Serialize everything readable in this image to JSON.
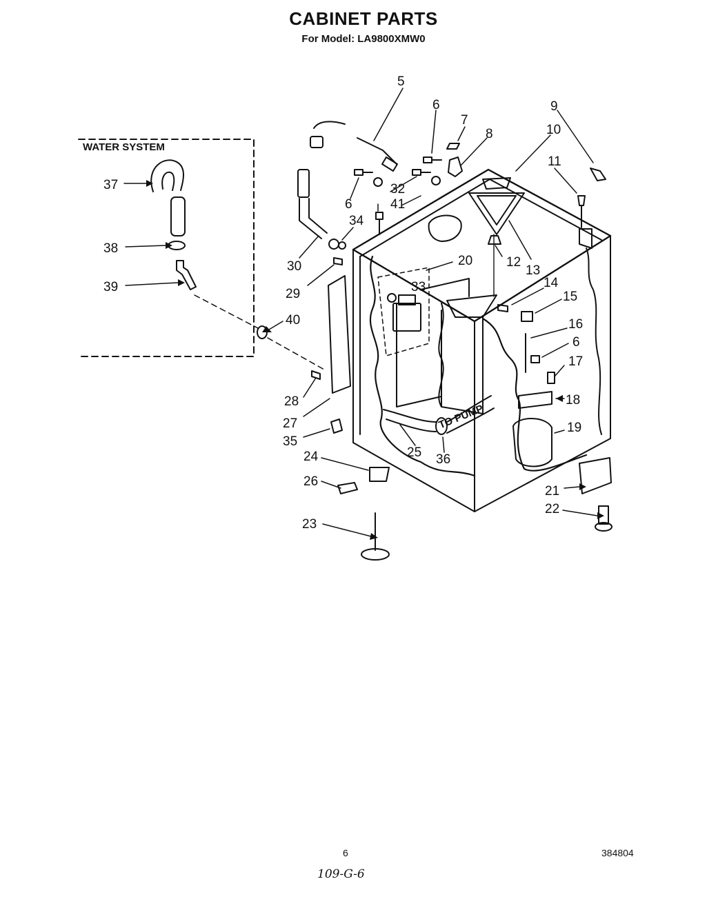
{
  "header": {
    "title": "CABINET PARTS",
    "model_line": "For Model: LA9800XMW0"
  },
  "inset": {
    "label": "WATER SYSTEM"
  },
  "callouts": [
    {
      "id": "c5",
      "text": "5"
    },
    {
      "id": "c6a",
      "text": "6"
    },
    {
      "id": "c7",
      "text": "7"
    },
    {
      "id": "c8",
      "text": "8"
    },
    {
      "id": "c9",
      "text": "9"
    },
    {
      "id": "c10",
      "text": "10"
    },
    {
      "id": "c11",
      "text": "11"
    },
    {
      "id": "c6b",
      "text": "6"
    },
    {
      "id": "c32",
      "text": "32"
    },
    {
      "id": "c41",
      "text": "41"
    },
    {
      "id": "c34",
      "text": "34"
    },
    {
      "id": "c12",
      "text": "12"
    },
    {
      "id": "c13",
      "text": "13"
    },
    {
      "id": "c30",
      "text": "30"
    },
    {
      "id": "c20",
      "text": "20"
    },
    {
      "id": "c29",
      "text": "29"
    },
    {
      "id": "c33",
      "text": "33"
    },
    {
      "id": "c14",
      "text": "14"
    },
    {
      "id": "c15",
      "text": "15"
    },
    {
      "id": "c40",
      "text": "40"
    },
    {
      "id": "c16",
      "text": "16"
    },
    {
      "id": "c6c",
      "text": "6"
    },
    {
      "id": "c17",
      "text": "17"
    },
    {
      "id": "c28",
      "text": "28"
    },
    {
      "id": "c18",
      "text": "18"
    },
    {
      "id": "c27",
      "text": "27"
    },
    {
      "id": "c19",
      "text": "19"
    },
    {
      "id": "c35",
      "text": "35"
    },
    {
      "id": "c25",
      "text": "25"
    },
    {
      "id": "c24",
      "text": "24"
    },
    {
      "id": "c36",
      "text": "36"
    },
    {
      "id": "c26",
      "text": "26"
    },
    {
      "id": "c21",
      "text": "21"
    },
    {
      "id": "c22",
      "text": "22"
    },
    {
      "id": "c23",
      "text": "23"
    },
    {
      "id": "c37",
      "text": "37"
    },
    {
      "id": "c38",
      "text": "38"
    },
    {
      "id": "c39",
      "text": "39"
    }
  ],
  "hose_label": "TO PUMP",
  "footer": {
    "page": "6",
    "doc_number": "384804",
    "handwritten": "109-G-6"
  }
}
